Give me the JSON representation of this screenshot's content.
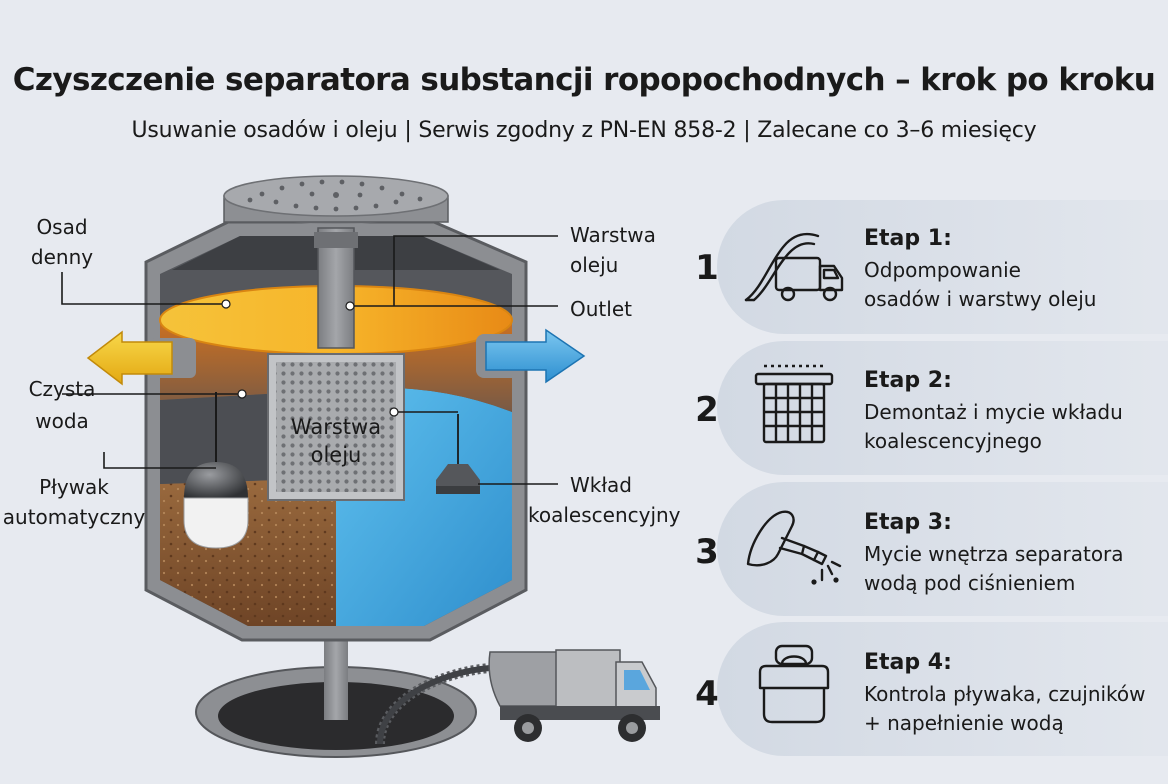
{
  "header": {
    "title": "Czyszczenie separatora substancji ropopochodnych – krok po kroku",
    "subtitle": "Usuwanie osadów i oleju | Serwis zgodny z PN-EN 858-2 | Zalecane co 3–6 miesięcy"
  },
  "diagram": {
    "labels": {
      "osad_denny": [
        "Osad",
        "denny"
      ],
      "czysta_woda": [
        "Czysta",
        "woda"
      ],
      "plywak": [
        "Pływak",
        "automatyczny"
      ],
      "warstwa_oleju_top": [
        "Warstwa",
        "oleju"
      ],
      "outlet": "Outlet",
      "wklad": [
        "Wkład",
        "koalescencyjny"
      ],
      "warstwa_oleju_center": [
        "Warstwa",
        "oleju"
      ]
    },
    "colors": {
      "oil": "#f2a51c",
      "clean_water": "#3aa0dc",
      "sediment": "#8a5a34",
      "steel": "#8d8f93",
      "inlet_arrow": "#f2c21c",
      "outlet_arrow": "#4aa8e0"
    }
  },
  "steps": [
    {
      "number": "1",
      "title": "Etap 1:",
      "lines": [
        "Odpompowanie",
        "osadów i warstwy oleju"
      ],
      "icon": "vacuum-truck-icon"
    },
    {
      "number": "2",
      "title": "Etap 2:",
      "lines": [
        "Demontaż i mycie wkładu",
        "koalescencyjnego"
      ],
      "icon": "filter-cartridge-icon"
    },
    {
      "number": "3",
      "title": "Etap 3:",
      "lines": [
        "Mycie wnętrza separatora",
        "wodą pod ciśnieniem"
      ],
      "icon": "pressure-washer-icon"
    },
    {
      "number": "4",
      "title": "Etap 4:",
      "lines": [
        "Kontrola pływaka, czujników",
        "+ napełnienie wodą"
      ],
      "icon": "float-check-icon"
    }
  ]
}
